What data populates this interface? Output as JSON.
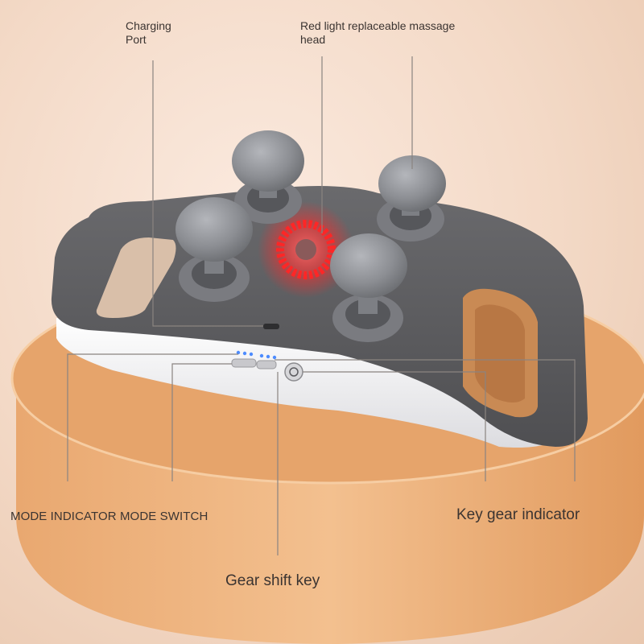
{
  "labels": {
    "charging_port": "Charging\nPort",
    "red_light_head": "Red light replaceable massage\nhead",
    "mode_indicator_switch": "MODE INDICATOR MODE SWITCH",
    "key_gear_indicator": "Key gear indicator",
    "gear_shift_key": "Gear shift key"
  },
  "colors": {
    "background": "#f3dccb",
    "pedestal_top": "#e8a66c",
    "pedestal_side": "#f0b985",
    "device_shell": "#5f5f62",
    "device_base": "#f4f4f6",
    "massage_head": "#8e9096",
    "red_light": "#ff2a2a",
    "leader_line": "#8a8480"
  },
  "indicator_dots": 6,
  "icons": [
    "mode-switch-icon",
    "power-key-icon",
    "usb-port-icon"
  ]
}
